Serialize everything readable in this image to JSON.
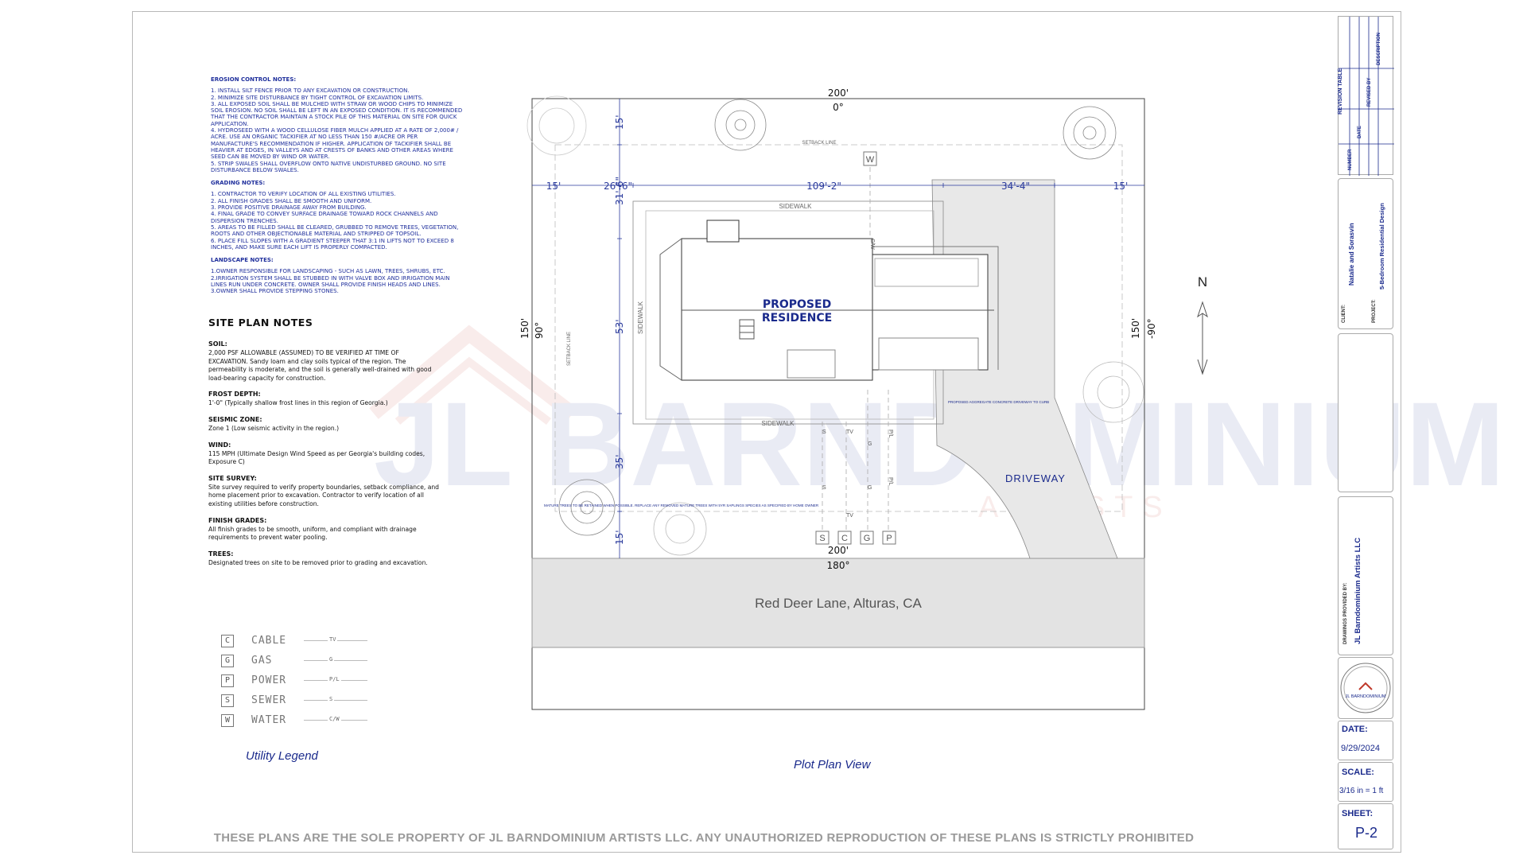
{
  "erosion_notes": {
    "title": "EROSION CONTROL NOTES:",
    "items": [
      "1. INSTALL SILT FENCE PRIOR TO ANY EXCAVATION OR CONSTRUCTION.",
      "2. MINIMIZE SITE DISTURBANCE BY TIGHT CONTROL OF EXCAVATION LIMITS.",
      "3. ALL EXPOSED SOIL SHALL BE MULCHED WITH STRAW OR WOOD CHIPS TO MINIMIZE SOIL EROSION. NO SOIL SHALL BE LEFT IN AN EXPOSED CONDITION. IT IS RECOMMENDED THAT THE CONTRACTOR MAINTAIN A STOCK PILE OF THIS MATERIAL ON SITE FOR QUICK APPLICATION.",
      "4. HYDROSEED WITH A WOOD CELLULOSE FIBER MULCH APPLIED AT A RATE OF 2,000# / ACRE. USE AN ORGANIC TACKIFIER AT NO LESS THAN 150 #/ACRE OR PER MANUFACTURE'S RECOMMENDATION IF HIGHER. APPLICATION OF TACKIFIER SHALL BE HEAVIER AT EDGES, IN VALLEYS AND AT CRESTS OF BANKS AND OTHER AREAS WHERE SEED CAN BE MOVED BY WIND OR WATER.",
      "5. STRIP SWALES SHALL OVERFLOW ONTO NATIVE UNDISTURBED GROUND. NO SITE DISTURBANCE BELOW SWALES."
    ]
  },
  "grading_notes": {
    "title": "GRADING NOTES:",
    "items": [
      "1. CONTRACTOR TO VERIFY LOCATION OF ALL EXISTING UTILITIES.",
      "2. ALL FINISH GRADES SHALL BE SMOOTH AND UNIFORM.",
      "3. PROVIDE POSITIVE DRAINAGE AWAY FROM BUILDING.",
      "4. FINAL GRADE TO CONVEY SURFACE DRAINAGE TOWARD ROCK CHANNELS AND DISPERSION TRENCHES.",
      "5. AREAS TO BE FILLED SHALL BE CLEARED, GRUBBED TO REMOVE TREES, VEGETATION, ROOTS AND OTHER OBJECTIONABLE MATERIAL AND STRIPPED OF TOPSOIL.",
      "6. PLACE FILL SLOPES WITH A GRADIENT STEEPER THAT 3:1 IN LIFTS NOT TO EXCEED 8 INCHES, AND MAKE SURE EACH LIFT IS PROPERLY COMPACTED."
    ]
  },
  "landscape_notes": {
    "title": "LANDSCAPE NOTES:",
    "items": [
      "1.OWNER RESPONSIBLE FOR LANDSCAPING - SUCH AS LAWN, TREES, SHRUBS, ETC.",
      "2.IRRIGATION SYSTEM SHALL BE STUBBED IN WITH VALVE BOX AND IRRIGATION MAIN LINES RUN UNDER CONCRETE. OWNER SHALL PROVIDE FINISH HEADS AND LINES.",
      "3.OWNER SHALL PROVIDE STEPPING STONES."
    ]
  },
  "site_plan_notes": {
    "heading": "SITE PLAN NOTES",
    "sections": [
      {
        "title": "SOIL:",
        "body": "2,000 PSF ALLOWABLE (ASSUMED) TO BE VERIFIED AT TIME OF EXCAVATION. Sandy loam and clay soils typical of the region. The permeability is moderate, and the soil is generally well-drained with good load-bearing capacity for construction."
      },
      {
        "title": "FROST DEPTH:",
        "body": "1'-0\" (Typically shallow frost lines in this region of Georgia.)"
      },
      {
        "title": "SEISMIC ZONE:",
        "body": "Zone 1 (Low seismic activity in the region.)"
      },
      {
        "title": "WIND:",
        "body": "115 MPH (Ultimate Design Wind Speed as per Georgia's building codes, Exposure C)"
      },
      {
        "title": "SITE SURVEY:",
        "body": "Site survey required to verify property boundaries, setback compliance, and home placement prior to excavation. Contractor to verify location of all existing utilities before construction."
      },
      {
        "title": "FINISH GRADES:",
        "body": "All finish grades to be smooth, uniform, and compliant with drainage requirements to prevent water pooling."
      },
      {
        "title": "TREES:",
        "body": "Designated trees on site to be removed prior to grading and excavation."
      }
    ]
  },
  "utility_legend": {
    "caption": "Utility Legend",
    "items": [
      {
        "symbol": "C",
        "name": "CABLE",
        "code": "TV"
      },
      {
        "symbol": "G",
        "name": "GAS",
        "code": "G"
      },
      {
        "symbol": "P",
        "name": "POWER",
        "code": "P/L"
      },
      {
        "symbol": "S",
        "name": "SEWER",
        "code": "S"
      },
      {
        "symbol": "W",
        "name": "WATER",
        "code": "C/W"
      }
    ]
  },
  "plan": {
    "caption": "Plot Plan View",
    "top_dim": "200'",
    "top_angle": "0°",
    "bottom_dim": "200'",
    "bottom_angle": "180°",
    "left_dim": "150'",
    "left_angle": "90°",
    "right_dim": "150'",
    "right_angle": "-90°",
    "setback_top": "15'",
    "setback_left": "15'",
    "setback_right": "15'",
    "dim_26": "26'-6\"",
    "dim_109": "109'-2\"",
    "dim_34": "34'-4\"",
    "dim_31": "31'-6\"",
    "dim_53": "53'",
    "dim_35": "35'",
    "dim_15b": "15'",
    "residence_line1": "PROPOSED",
    "residence_line2": "RESIDENCE",
    "sidewalk": "SIDEWALK",
    "setback_line": "SETBACK LINE",
    "driveway": "DRIVEWAY",
    "driveway_note": "PROPOSED AGGREGATE CONCRETE DRIVEWAY TO CURB",
    "tree_note": "MATURE TREES TO BE RETAINED WHEN POSSIBLE. REPLACE ANY REMOVED MATURE TREES WITH 5YR SAPLINGS SPECIES AS SPECIFIED BY HOME OWNER",
    "street": "Red Deer Lane, Alturas, CA",
    "north": "N",
    "utility_codes": [
      "S",
      "C",
      "G",
      "P"
    ],
    "water_box": "W",
    "vertical_labels": [
      "C/W",
      "P/L",
      "P/L",
      "TV",
      "G",
      "S",
      "S",
      "G",
      "TV"
    ]
  },
  "watermark": {
    "main": "JL BARNDOMINIUM",
    "sub": "ARTISTS"
  },
  "title_block": {
    "revision_table": "REVISION TABLE",
    "revision_cols": [
      "NUMBER",
      "DATE",
      "REVISED BY",
      "DESCRIPTION"
    ],
    "client_label": "CLIENT:",
    "client": "Natalie and Sorasvin",
    "project_label": "PROJECT:",
    "project": "5-Bedroom Residential Design",
    "provided_by_label": "DRAWINGS PROVIDED BY:",
    "provider": "JL Barndominium Artists LLC",
    "logo_text": "JL BARNDOMINIUM",
    "date_label": "DATE:",
    "date": "9/29/2024",
    "scale_label": "SCALE:",
    "scale": "3/16 in = 1 ft",
    "sheet_label": "SHEET:",
    "sheet": "P-2"
  },
  "disclaimer": "THESE PLANS ARE THE SOLE PROPERTY OF JL BARNDOMINIUM ARTISTS LLC. ANY UNAUTHORIZED REPRODUCTION OF THESE PLANS IS STRICTLY PROHIBITED"
}
